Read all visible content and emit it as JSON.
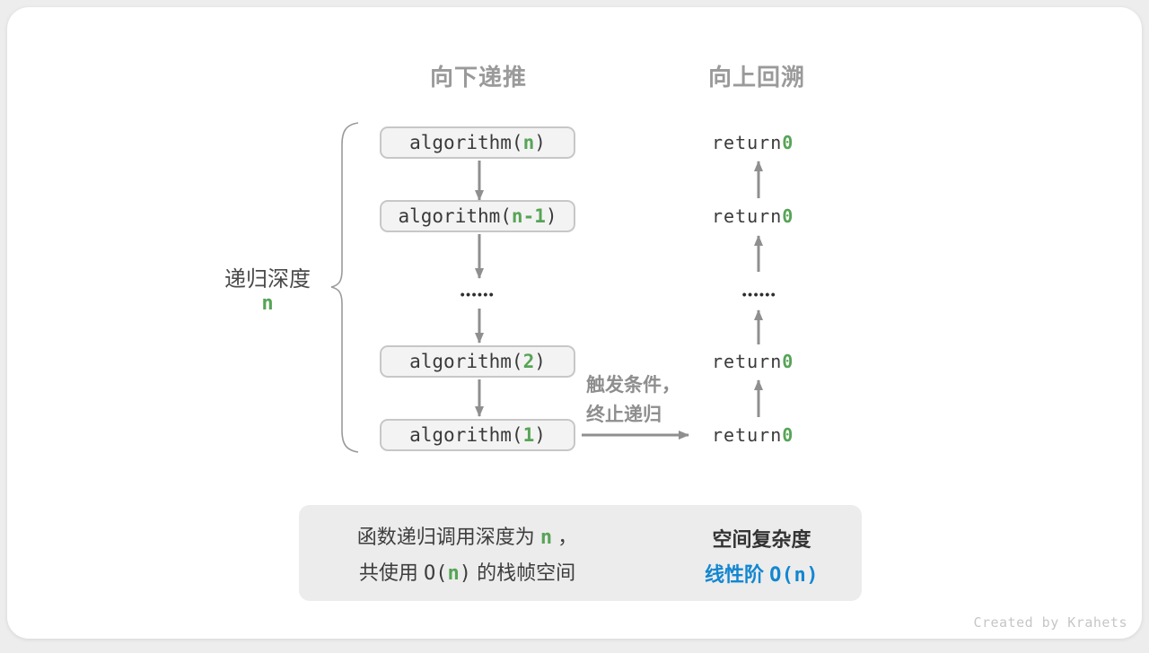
{
  "headers": {
    "down": "向下递推",
    "up": "向上回溯"
  },
  "depth": {
    "label": "递归深度",
    "n": "n"
  },
  "calls": [
    {
      "prefix": "algorithm(",
      "arg": "n",
      "suffix": ")"
    },
    {
      "prefix": "algorithm(",
      "arg": "n-1",
      "suffix": ")"
    },
    {
      "prefix": "algorithm(",
      "arg": "2",
      "suffix": ")"
    },
    {
      "prefix": "algorithm(",
      "arg": "1",
      "suffix": ")"
    }
  ],
  "dots": "••••••",
  "returns": [
    {
      "prefix": "return ",
      "value": "0"
    },
    {
      "prefix": "return ",
      "value": "0"
    },
    {
      "prefix": "return ",
      "value": "0"
    },
    {
      "prefix": "return ",
      "value": "0"
    }
  ],
  "trigger": {
    "line1": "触发条件，",
    "line2": "终止递归"
  },
  "summary": {
    "left_line1": {
      "before": "函数递归调用深度为 ",
      "n": "n",
      "after": " ，"
    },
    "left_line2": {
      "before": "共使用 ",
      "o_open": "O(",
      "n": "n",
      "o_close": ")",
      "after": " 的栈帧空间"
    },
    "right_title": "空间复杂度",
    "right_label": "线性阶 ",
    "right_big_o": "O(n)"
  },
  "watermark": "Created by Krahets",
  "colors": {
    "green_accent": "#57a457",
    "blue_accent": "#1287d1",
    "arrow_gray": "#8f8f8f",
    "header_gray": "#9a9a9a",
    "code_text": "#3a3a3a",
    "box_fill": "#f3f3f3",
    "box_border": "#c7c7c7",
    "summary_fill": "#ececec"
  }
}
